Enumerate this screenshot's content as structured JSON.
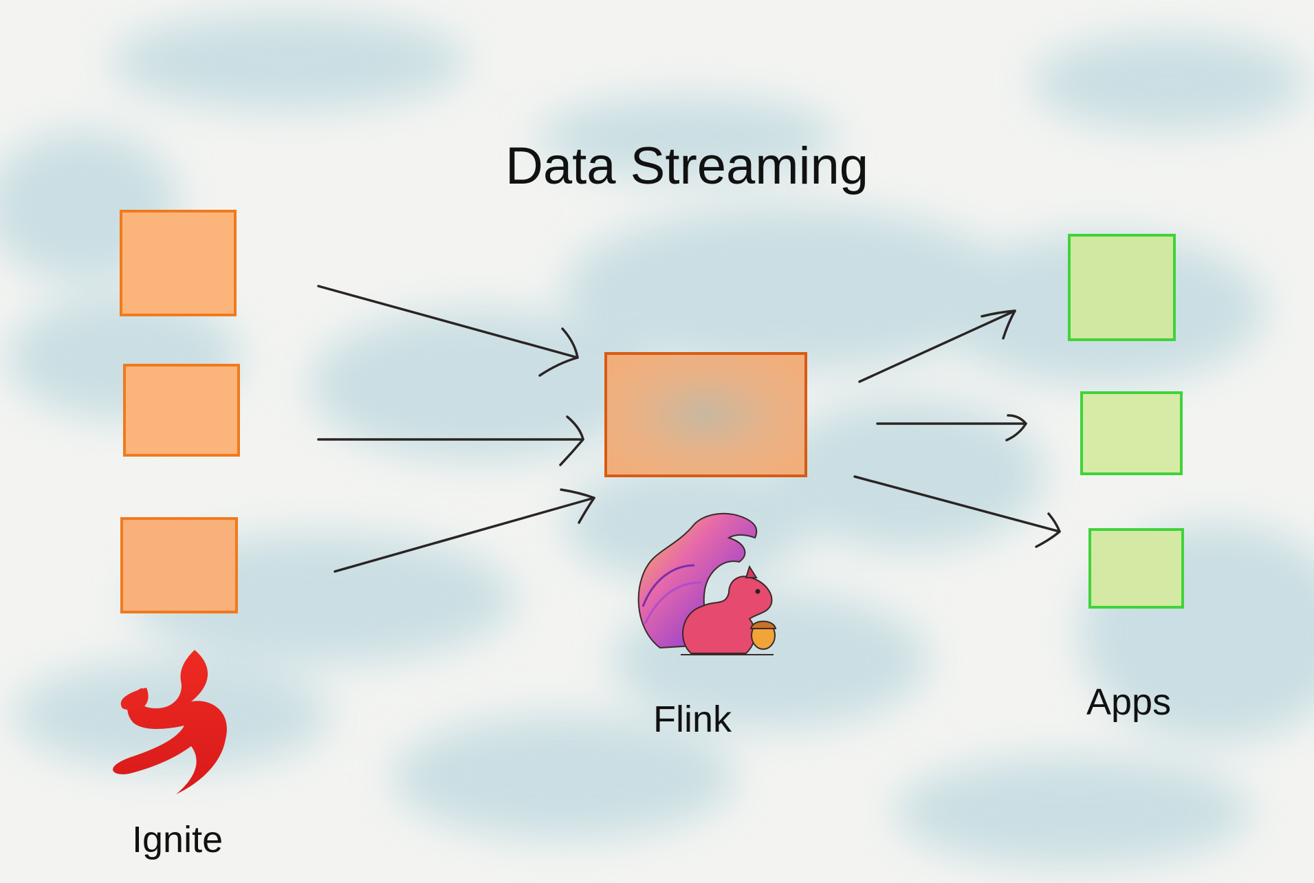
{
  "diagram": {
    "title": "Data Streaming",
    "colors": {
      "source_fill": "#fbb57a",
      "source_stroke": "#f07a1c",
      "processor_fill": "#f3b07e",
      "processor_stroke": "#d85a12",
      "sink_fill": "#d3e9a4",
      "sink_stroke": "#3fd33a",
      "arrow": "#2a2424"
    },
    "nodes": [
      {
        "id": "ignite",
        "label": "Ignite",
        "icon": "ignite-flame-logo",
        "items": 3
      },
      {
        "id": "flink",
        "label": "Flink",
        "icon": "flink-squirrel-logo",
        "items": 1
      },
      {
        "id": "apps",
        "label": "Apps",
        "icon": "",
        "items": 3
      }
    ],
    "edges": [
      {
        "from": "ignite",
        "to": "flink"
      },
      {
        "from": "ignite",
        "to": "flink"
      },
      {
        "from": "ignite",
        "to": "flink"
      },
      {
        "from": "flink",
        "to": "apps"
      },
      {
        "from": "flink",
        "to": "apps"
      },
      {
        "from": "flink",
        "to": "apps"
      }
    ]
  }
}
